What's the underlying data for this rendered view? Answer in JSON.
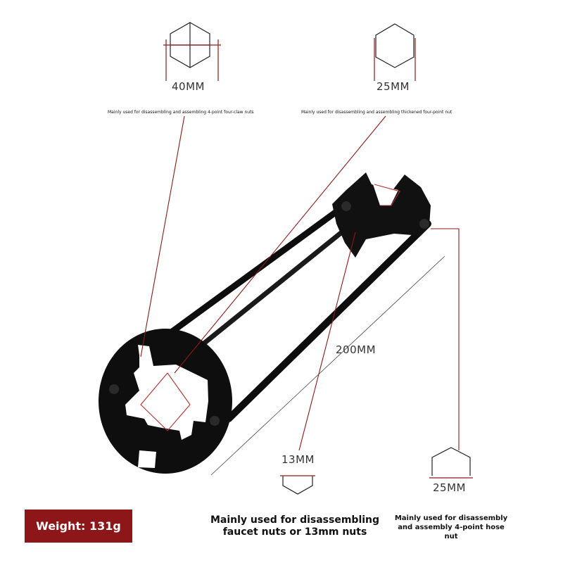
{
  "dimensions": {
    "top_left_nut": "40MM",
    "top_right_nut": "25MM",
    "length": "200MM",
    "bottom_left_nut": "13MM",
    "bottom_right_nut": "25MM"
  },
  "descriptions": {
    "four_claw": "Mainly used for disassembling and assembling 4-point four-claw nuts",
    "thickened": "Mainly used for disassembling and assembling thickened four-point nut",
    "faucet_line1": "Mainly used for disassembling",
    "faucet_line2": "faucet nuts or 13mm nuts",
    "hose_line1": "Mainly used for disassembly",
    "hose_line2": "and assembly 4-point hose",
    "hose_line3": "nut"
  },
  "badge": {
    "weight": "Weight: 131g"
  },
  "colors": {
    "accent": "#8c1618",
    "tool": "#111111",
    "leader": "#8b1a1a"
  }
}
